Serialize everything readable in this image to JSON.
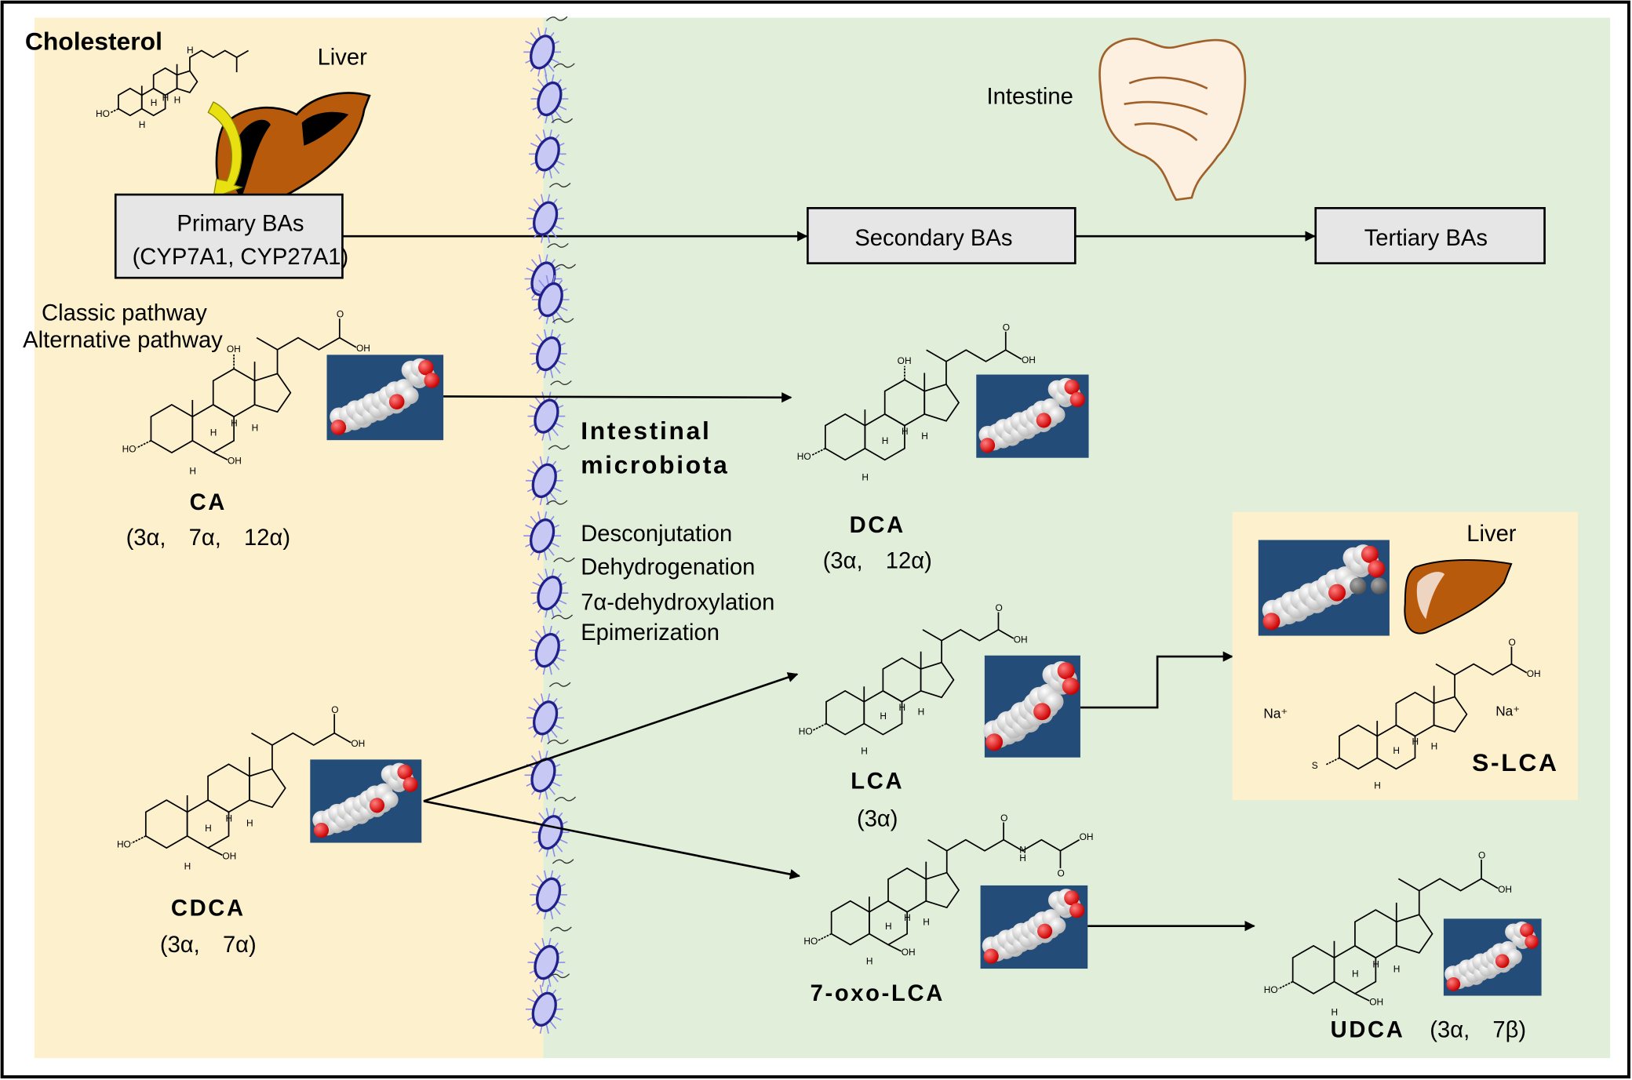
{
  "colors": {
    "liver_panel": "#fdf0cd",
    "intestine_panel": "#e1eed9",
    "box_fill": "#e6e6e6",
    "model_bg": "#234c79",
    "oxygen_atom": "#e02020",
    "liver_brown": "#b85a0c",
    "bacteria": "#5a5ad8"
  },
  "liver_side": {
    "cholesterol": "Cholesterol",
    "liver": "Liver",
    "primary_box": {
      "line1": "Primary BAs",
      "line2": "(CYP7A1, CYP27A1)"
    },
    "classic": "Classic pathway",
    "alternative": "Alternative pathway"
  },
  "intestine_side": {
    "intestine": "Intestine",
    "secondary_box": "Secondary BAs",
    "tertiary_box": "Tertiary BAs",
    "microbiota": {
      "line1": "Intestinal",
      "line2": "microbiota"
    },
    "processes": [
      "Desconjutation",
      "Dehydrogenation",
      "7α-dehydroxylation",
      "Epimerization"
    ]
  },
  "atoms": {
    "hydroxyl_left": "HO",
    "hydroxyl_right": "OH",
    "hydrogen": "H",
    "oxygen": "O",
    "nitrogen_h": "H",
    "nitrogen": "N",
    "oxide_anion": "O⁻",
    "sulfur": "S"
  },
  "compounds": {
    "ca": {
      "name": "CA",
      "positions": "(3α,　7α,　12α)"
    },
    "cdca": {
      "name": "CDCA",
      "positions": "(3α,　7α)"
    },
    "dca": {
      "name": "DCA",
      "positions": "(3α,　12α)"
    },
    "lca": {
      "name": "LCA",
      "positions": "(3α)"
    },
    "oxo_lca": {
      "name": "7-oxo-LCA"
    },
    "udca": {
      "name": "UDCA",
      "positions": "(3α,　7β)"
    }
  },
  "slca_panel": {
    "liver": "Liver",
    "sodium_left": "Na⁺",
    "sodium_right": "Na⁺",
    "name": "S-LCA"
  }
}
